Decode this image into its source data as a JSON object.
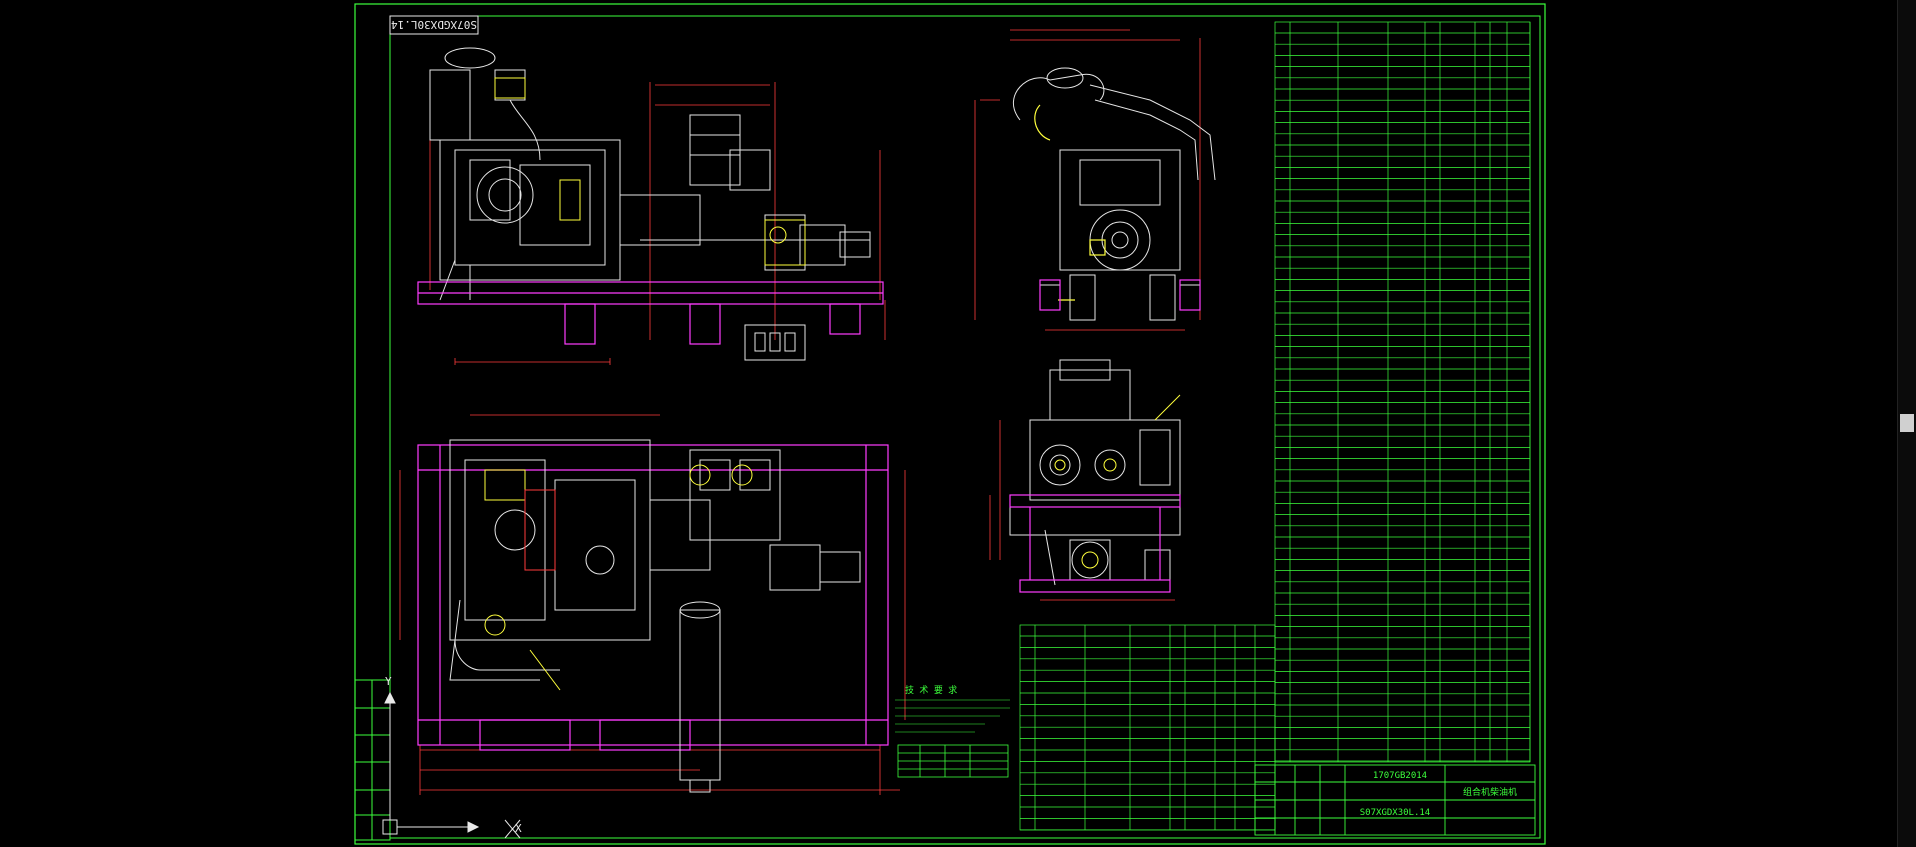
{
  "drawing": {
    "drawing_number_top_left": "S07XGDX30L.14",
    "title_block": {
      "drawing_code": "1707GB2014",
      "name": "组合机柴油机",
      "drawing_number": "S07XGDX30L.14"
    },
    "tech_notes_title": "技 术 要 求"
  },
  "colors": {
    "background": "#000000",
    "frame": "#3cff3c",
    "machinery": "#e6e6e6",
    "base": "#ff3cff",
    "dimension": "#ff3c3c",
    "accent": "#ffff3c",
    "table": "#3cff3c"
  },
  "ucs": {
    "x_label": "X",
    "y_label": "Y"
  }
}
